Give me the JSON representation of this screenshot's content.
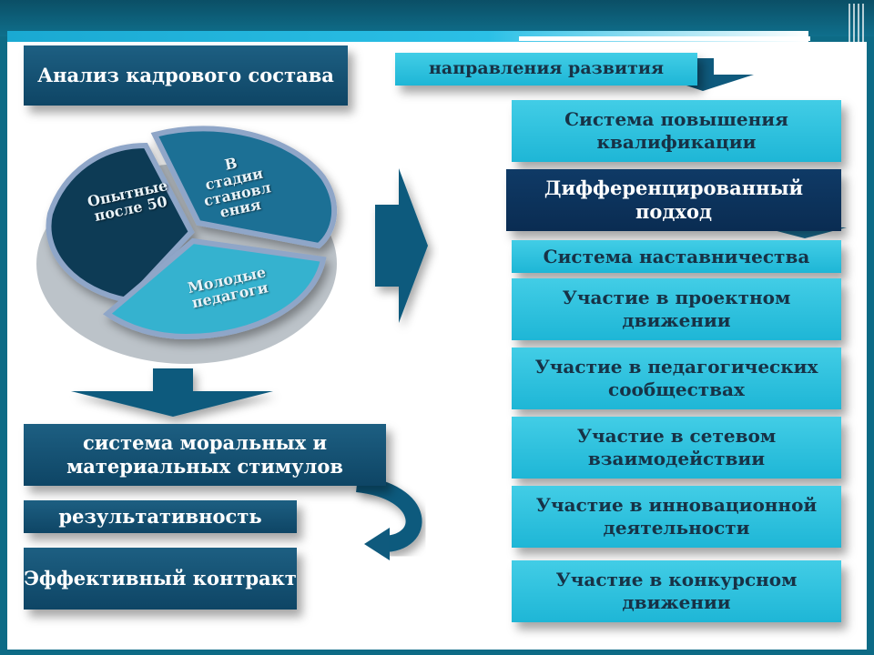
{
  "header_box": {
    "text": "Анализ кадрового состава"
  },
  "pie": {
    "segments": [
      {
        "label": "Опытные после 50",
        "color": "#0f3a55"
      },
      {
        "label": "В стадии становл ения",
        "color": "#1a6f95"
      },
      {
        "label": "Молодые педагоги",
        "color": "#35b2cf"
      }
    ]
  },
  "directions_box": {
    "text": "направления развития"
  },
  "right_items": [
    {
      "text": "Система повышения квалификации"
    },
    {
      "text": "Дифференцированный подход"
    },
    {
      "text": "Система наставничества"
    },
    {
      "text": "Участие в проектном движении"
    },
    {
      "text": "Участие в педагогических сообществах"
    },
    {
      "text": "Участие в сетевом взаимодействии"
    },
    {
      "text": "Участие в инновационной деятельности"
    },
    {
      "text": "Участие в конкурсном движении"
    }
  ],
  "left_items": [
    {
      "text": "система моральных и материальных стимулов"
    },
    {
      "text": "результативность"
    },
    {
      "text": "Эффективный контракт"
    }
  ],
  "colors": {
    "dark_box": "#0e4565",
    "navy_box": "#0a2c52",
    "light_box": "#1eb6d6",
    "background": "#0d6b86"
  }
}
